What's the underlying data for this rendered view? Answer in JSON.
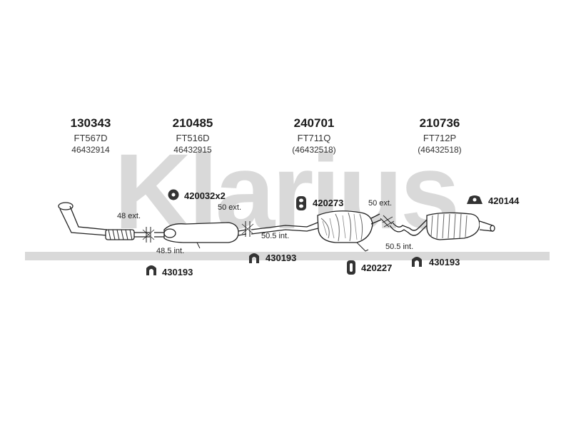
{
  "watermark": {
    "text": "Klarius",
    "color": "#d9d9d9"
  },
  "parts": [
    {
      "number": "130343",
      "code": "FT567D",
      "oem": "46432914"
    },
    {
      "number": "210485",
      "code": "FT516D",
      "oem": "46432915"
    },
    {
      "number": "240701",
      "code": "FT711Q",
      "oem": "(46432518)"
    },
    {
      "number": "210736",
      "code": "FT712P",
      "oem": "(46432518)"
    }
  ],
  "fittings": {
    "fit1_ext": "48 ext.",
    "fit1_int": "48.5 int.",
    "fit2_ext": "50 ext.",
    "fit2_int": "50.5 int.",
    "fit3_ext": "50 ext.",
    "fit3_int": "50.5 int."
  },
  "accessories": {
    "a1": "420032x2",
    "a2": "420273",
    "a3": "420144",
    "a4": "430193",
    "a5": "430193",
    "a6": "420227",
    "a7": "430193"
  },
  "colors": {
    "line": "#222222",
    "pipe": "#ffffff",
    "shade": "#888888"
  }
}
